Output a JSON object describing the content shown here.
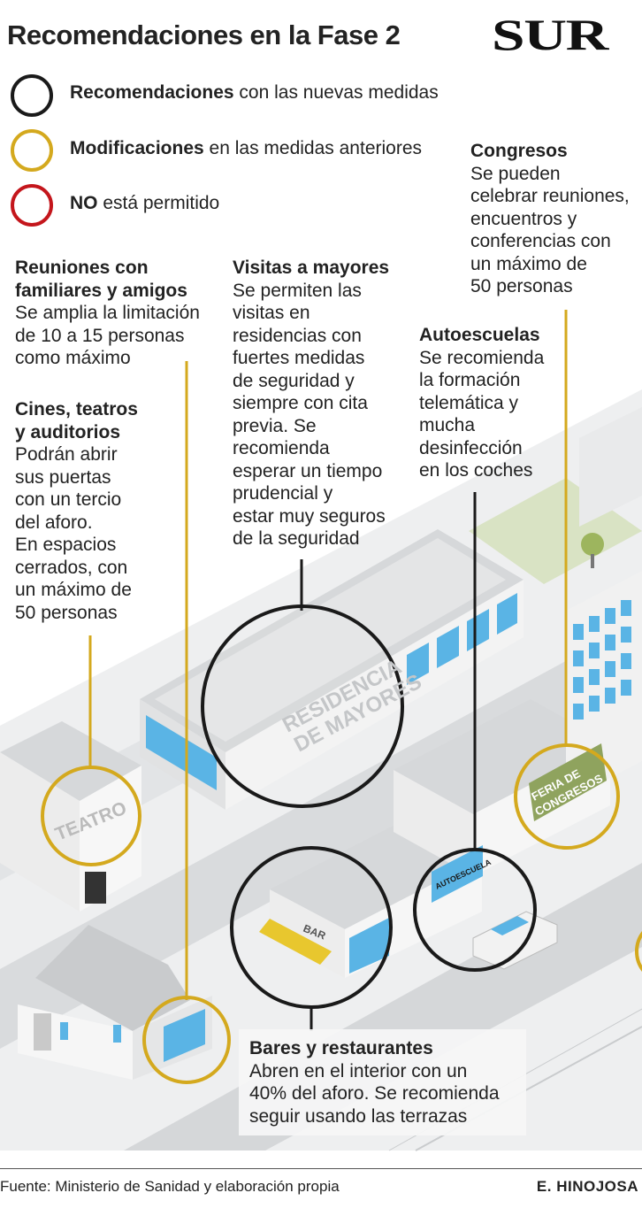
{
  "header": {
    "title": "Recomendaciones en la Fase 2",
    "logo": "SUR"
  },
  "legend": [
    {
      "strong": "Recomendaciones",
      "rest": " con las nuevas medidas",
      "color": "#1a1a1a"
    },
    {
      "strong": "Modificaciones",
      "rest": " en las medidas anteriores",
      "color": "#d4a91e"
    },
    {
      "strong": "NO",
      "rest": " está permitido",
      "color": "#c4161c"
    }
  ],
  "notes": {
    "reuniones": {
      "head": "Reuniones con\nfamiliares y amigos",
      "body": "Se amplia la limitación\nde 10 a 15 personas\ncomo máximo"
    },
    "cines": {
      "head": "Cines, teatros\ny auditorios",
      "body": "Podrán abrir\nsus puertas\ncon un tercio\ndel aforo.\nEn espacios\ncerrados, con\nun máximo de\n50 personas"
    },
    "visitas": {
      "head": "Visitas a mayores",
      "body": "Se permiten las\nvisitas en\nresidencias con\nfuertes medidas\nde seguridad y\nsiempre con cita\nprevia. Se\nrecomienda\nesperar un tiempo\nprudencial y\nestar muy seguros\nde la seguridad"
    },
    "autoescuelas": {
      "head": "Autoescuelas",
      "body": "Se recomienda\nla formación\ntelemática y\nmucha\ndesinfección\nen los coches"
    },
    "congresos": {
      "head": "Congresos",
      "body": "Se pueden\ncelebrar reuniones,\nencuentros y\nconferencias con\nun máximo de\n50 personas"
    },
    "bares": {
      "head": "Bares y restaurantes",
      "body": "Abren en el interior con un\n40% del aforo. Se recomienda\nseguir usando las terrazas"
    }
  },
  "signs": {
    "teatro": "TEATRO",
    "residencia_1": "RESIDENCIA",
    "residencia_2": "DE MAYORES",
    "bar": "BAR",
    "autoescuela": "AUTOESCUELA",
    "feria_1": "FERIA DE",
    "feria_2": "CONGRESOS"
  },
  "colors": {
    "recommendation": "#1a1a1a",
    "modification": "#d4a91e",
    "prohibited": "#c4161c",
    "window_blue": "#5ab4e5",
    "sign_green": "#8fa35e"
  },
  "footer": {
    "source": "Fuente: Ministerio de Sanidad y elaboración propia",
    "author": "E. HINOJOSA"
  }
}
